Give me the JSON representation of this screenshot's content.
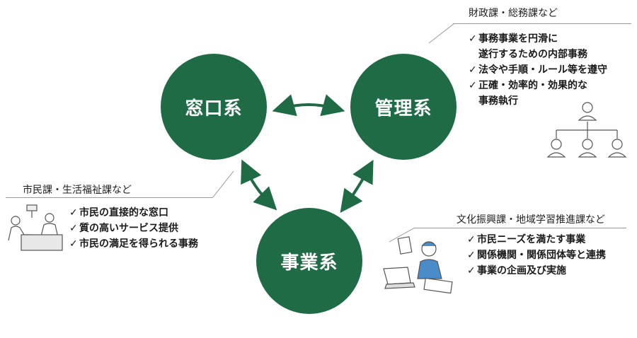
{
  "circles": {
    "window": "窓口系",
    "management": "管理系",
    "business": "事業系"
  },
  "management": {
    "heading": "財政課・総務課など",
    "items": [
      "事務事業を円滑に",
      "遂行するための内部事務",
      "法令や手順・ルール等を遵守",
      "正確・効率的・効果的な",
      "事務執行"
    ]
  },
  "window": {
    "heading": "市民課・生活福祉課など",
    "items": [
      "市民の直接的な窓口",
      "質の高いサービス提供",
      "市民の満足を得られる事務"
    ]
  },
  "business": {
    "heading": "文化振興課・地域学習推進課など",
    "items": [
      "市民ニーズを満たす事業",
      "関係機関・関係団体等と連携",
      "事業の企画及び実施"
    ]
  },
  "colors": {
    "circle": "#1f6b45",
    "arrow": "#1f6b45",
    "rule": "#999999"
  },
  "icons": [
    "check-icon",
    "org-chart-icon",
    "person-icon",
    "counter-service-icon",
    "office-worker-icon"
  ]
}
